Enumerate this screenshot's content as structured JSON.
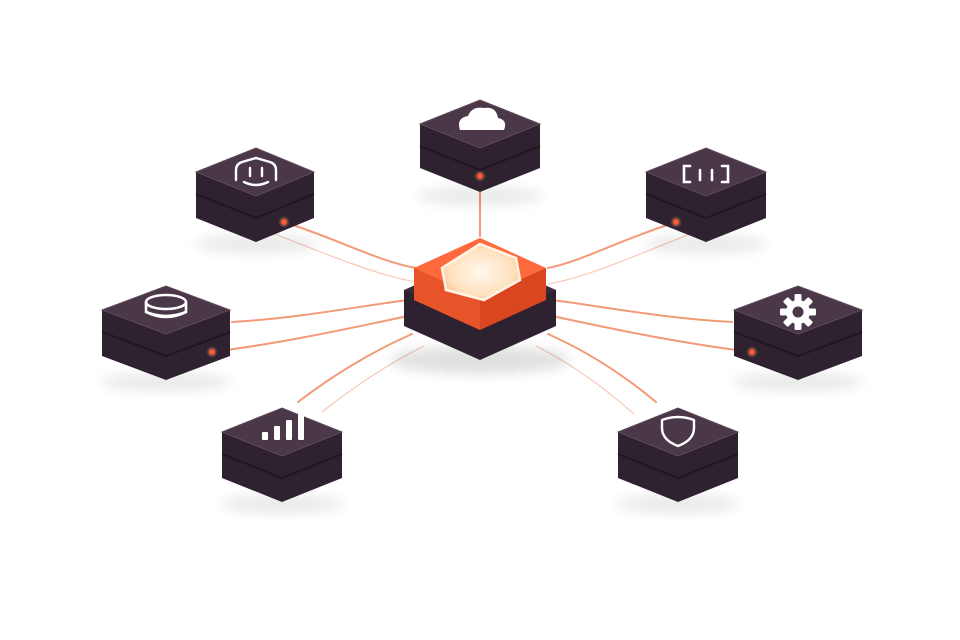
{
  "diagram": {
    "hub": {
      "icon": "hexagon-icon",
      "colors": {
        "top": "#ff6a3d",
        "side": "#d9461f",
        "glow": "#fff1dc",
        "base": "#3d2a37"
      }
    },
    "nodes": [
      {
        "id": "cloud",
        "icon": "cloud-icon"
      },
      {
        "id": "code",
        "icon": "code-brackets-icon"
      },
      {
        "id": "settings",
        "icon": "gear-icon"
      },
      {
        "id": "security",
        "icon": "shield-icon"
      },
      {
        "id": "analytics",
        "icon": "bar-chart-icon"
      },
      {
        "id": "database",
        "icon": "database-icon"
      },
      {
        "id": "api",
        "icon": "api-connector-icon"
      }
    ],
    "colors": {
      "node_top": "#4a3748",
      "node_side": "#2e2230",
      "node_edge": "#5e4a5c",
      "connector": "#f39a78",
      "connector_faint": "#f6c9b8",
      "port": "#ff5a2a",
      "icon": "#ffffff"
    }
  }
}
